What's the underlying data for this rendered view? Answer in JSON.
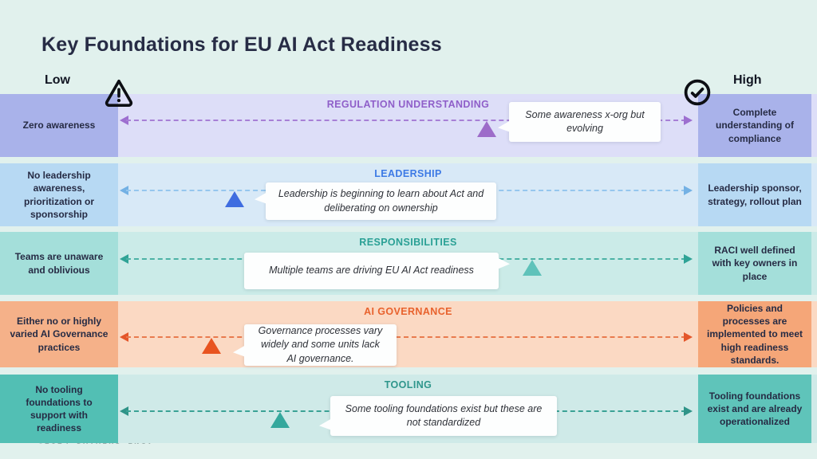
{
  "page": {
    "title": "Key Foundations for EU AI Act Readiness",
    "scale": {
      "low": "Low",
      "high": "High"
    },
    "watermark": "©2024 DATAIKU INC.",
    "background_color": "#e1f1ed",
    "title_color": "#272c45"
  },
  "icons": {
    "left_of_scale": "warning-triangle-icon",
    "right_of_scale": "check-circle-icon"
  },
  "bands": [
    {
      "title": "REGULATION UNDERSTANDING",
      "low": "Zero awareness",
      "high": "Complete understanding of compliance",
      "callout": "Some awareness x-org but evolving",
      "accent_color": "#8f5fc9",
      "band_color": "#dddef8",
      "box_color": "#a9b2ea",
      "marker_color": "#9d6cc9",
      "marker_pct": 64
    },
    {
      "title": "LEADERSHIP",
      "low": "No leadership awareness, prioritization or sponsorship",
      "high": "Leadership sponsor, strategy, rollout plan",
      "callout": "Leadership is beginning to learn about Act and deliberating on ownership",
      "accent_color": "#3d7ae5",
      "band_color": "#d8e9f7",
      "box_color": "#b7d9f3",
      "marker_color": "#3f6de0",
      "marker_pct": 20
    },
    {
      "title": "RESPONSIBILITIES",
      "low": "Teams are unaware and oblivious",
      "high": "RACI well defined with key owners in place",
      "callout": "Multiple teams are driving EU AI Act readiness",
      "accent_color": "#2aa095",
      "band_color": "#cbebe8",
      "box_color": "#a4dfda",
      "marker_color": "#5fc2ba",
      "marker_pct": 72
    },
    {
      "title": "AI GOVERNANCE",
      "low": "Either no or highly varied AI Governance practices",
      "high": "Policies and processes are implemented to meet high readiness standards.",
      "callout": "Governance processes vary widely and some units lack AI governance.",
      "accent_color": "#e8622d",
      "band_color": "#fbd9c3",
      "box_color": "#f5b189",
      "marker_color": "#e85420",
      "marker_pct": 16
    },
    {
      "title": "TOOLING",
      "low": "No tooling foundations to support with readiness",
      "high": "Tooling foundations exist and are already operationalized",
      "callout": "Some tooling foundations exist but these are not standardized",
      "accent_color": "#2f968c",
      "band_color": "#cfeae8",
      "box_color": "#52bfb4",
      "marker_color": "#35a89d",
      "marker_pct": 28
    }
  ]
}
